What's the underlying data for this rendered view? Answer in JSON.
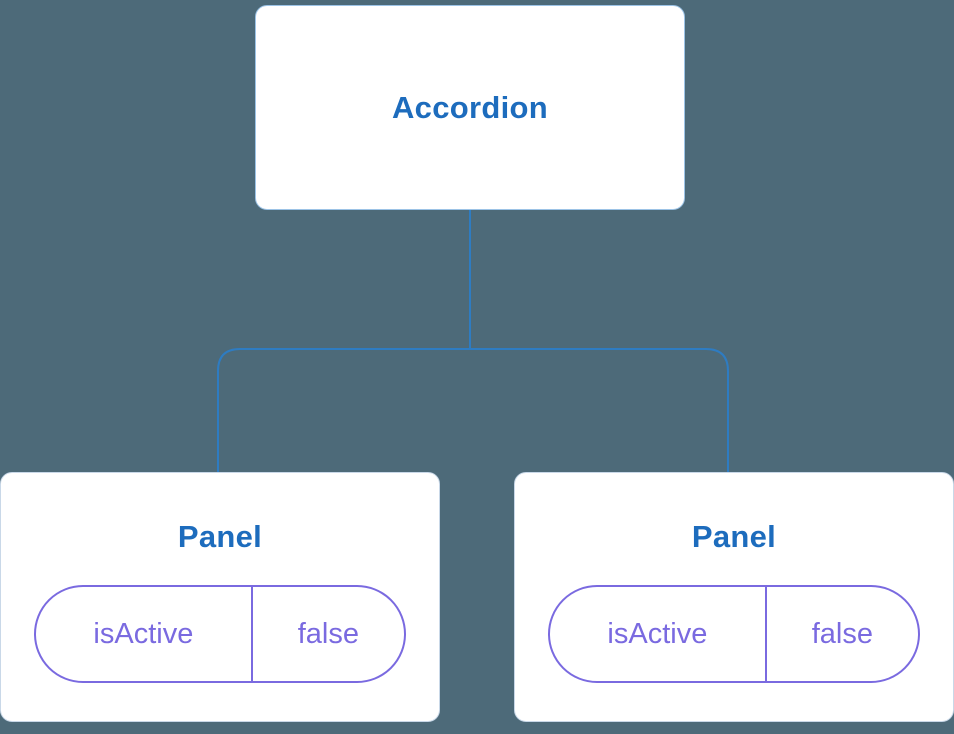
{
  "colors": {
    "background": "#4d6a79",
    "box_fill": "#ffffff",
    "box_border": "#9cc3e6",
    "panel_border": "#c9d8e8",
    "connector": "#2e7cc2",
    "title_text": "#1d6cbd",
    "state_accent": "#7a6ae0"
  },
  "tree": {
    "root": {
      "label": "Accordion"
    },
    "children": [
      {
        "label": "Panel",
        "state_key": "isActive",
        "state_value": "false"
      },
      {
        "label": "Panel",
        "state_key": "isActive",
        "state_value": "false"
      }
    ]
  }
}
